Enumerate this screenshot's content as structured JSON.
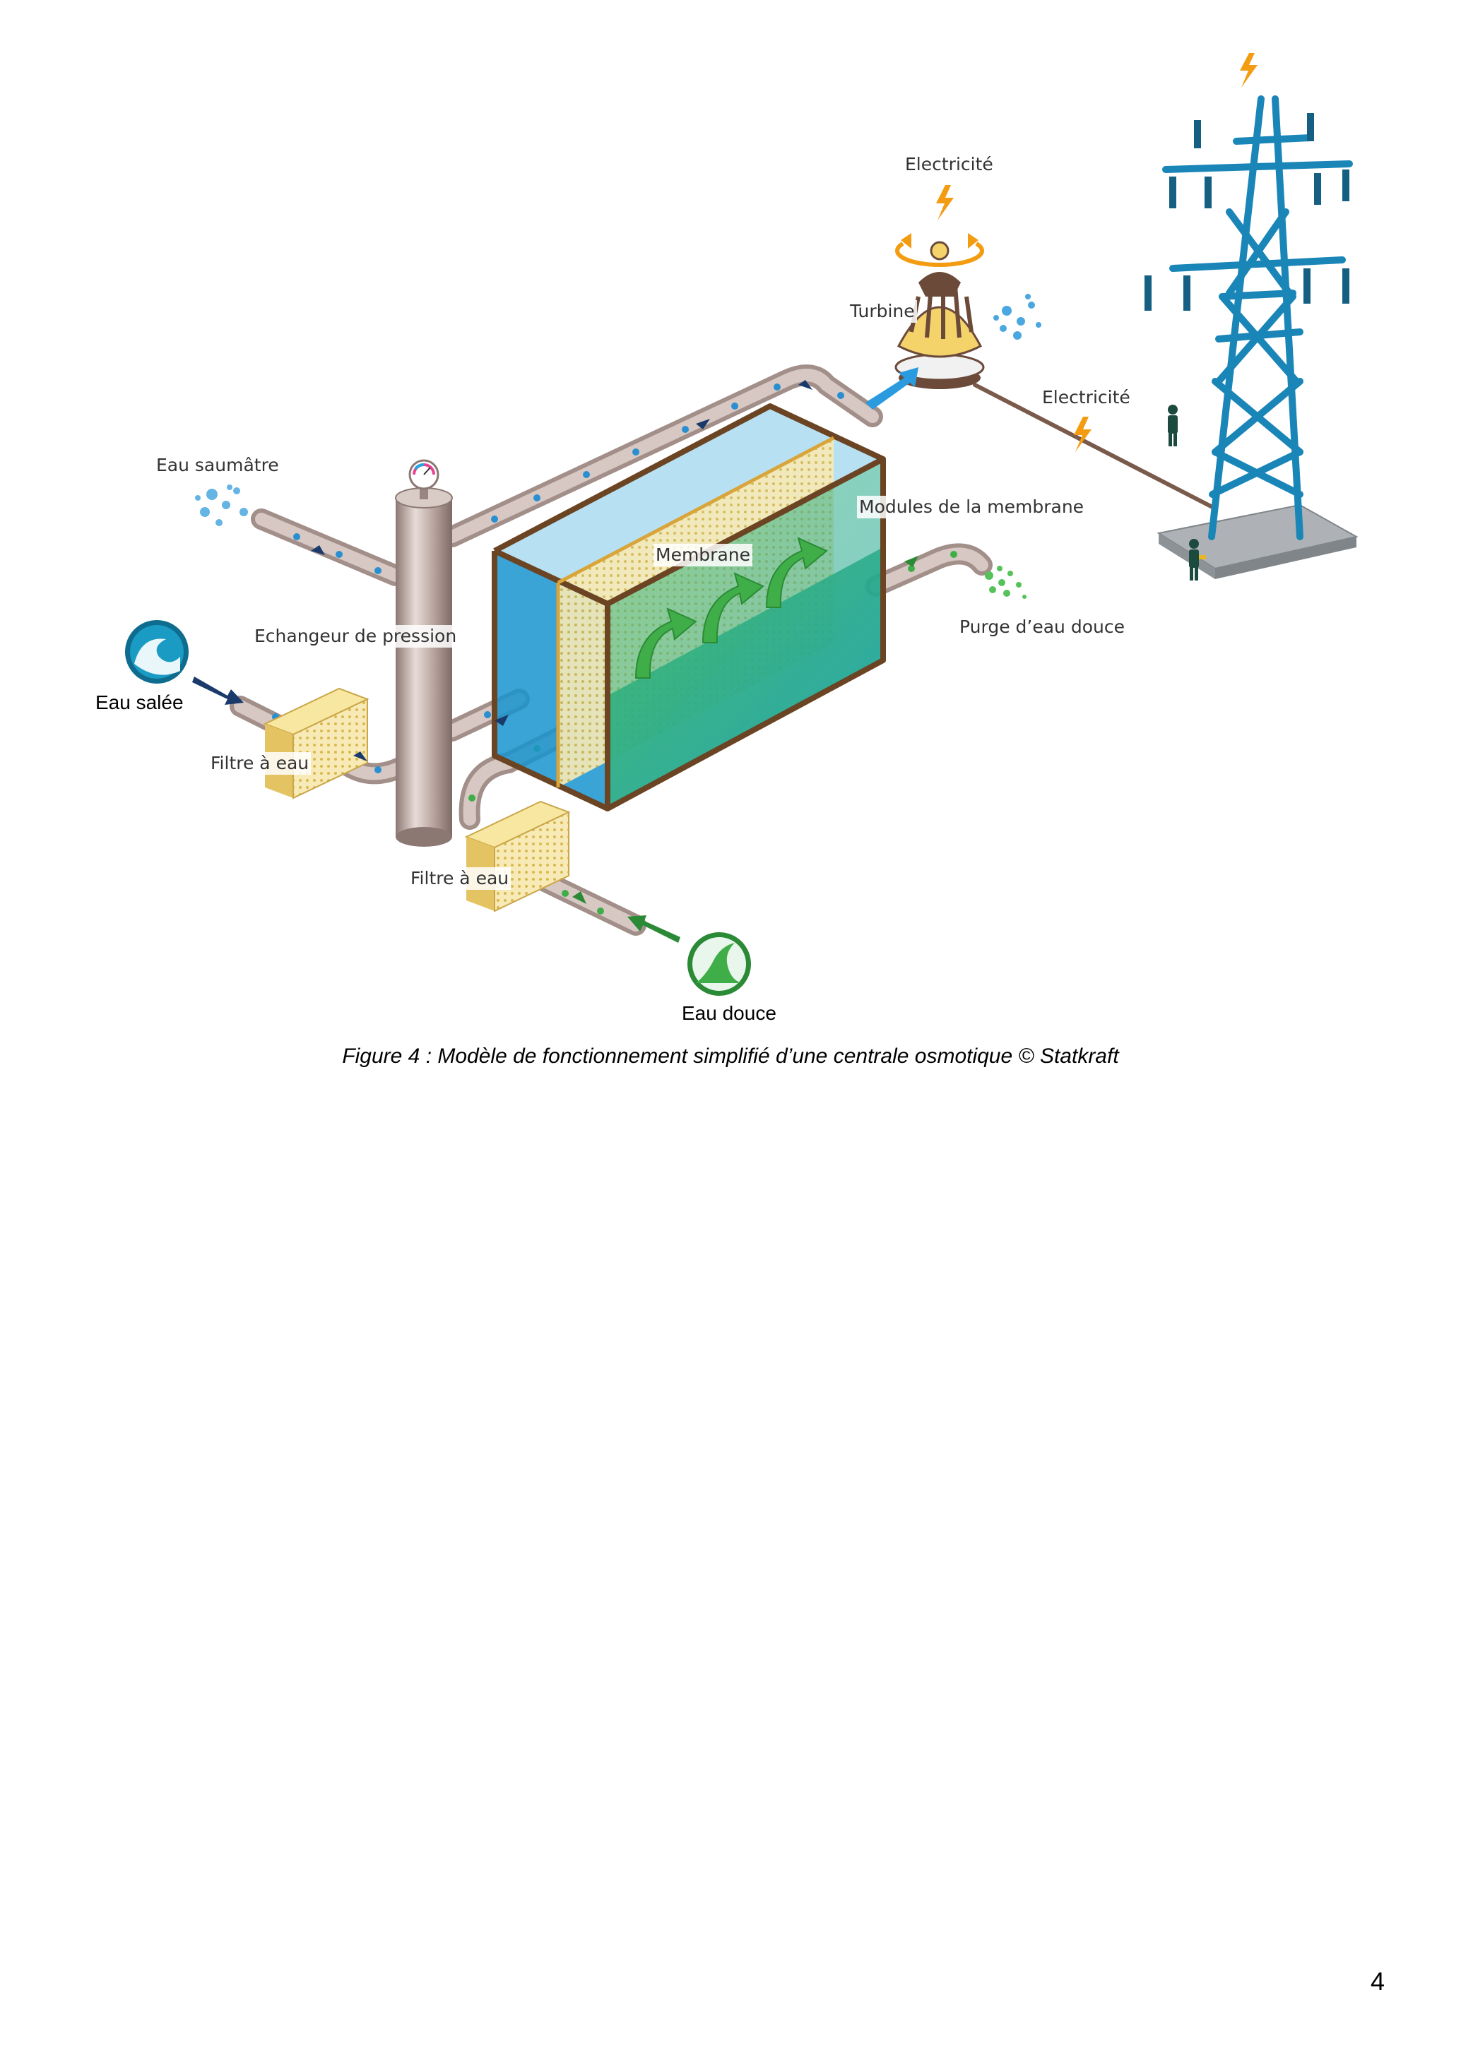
{
  "figure": {
    "labels": {
      "electricite_top": "Electricité",
      "turbine": "Turbine",
      "electricite_right": "Electricité",
      "eau_saumatre": "Eau saumâtre",
      "modules_membrane": "Modules de la membrane",
      "membrane": "Membrane",
      "echangeur": "Echangeur de pression",
      "purge": "Purge d’eau douce",
      "eau_salee": "Eau salée",
      "filtre_1": "Filtre à eau",
      "filtre_2": "Filtre à eau",
      "eau_douce": "Eau douce"
    },
    "caption": "Figure 4 : Modèle de fonctionnement simplifié d’une centrale osmotique © Statkraft"
  },
  "page_number": "4",
  "colors": {
    "salt_water": "#1e8fc8",
    "fresh_water": "#3fae49",
    "pipe": "#b7a19a",
    "tower": "#1a86b8",
    "filter": "#f3d679",
    "frame": "#6b4423",
    "bolt": "#f39c12"
  },
  "icons": [
    "wave-icon",
    "stream-icon",
    "lightning-icon",
    "pressure-gauge-icon",
    "person-icon"
  ]
}
